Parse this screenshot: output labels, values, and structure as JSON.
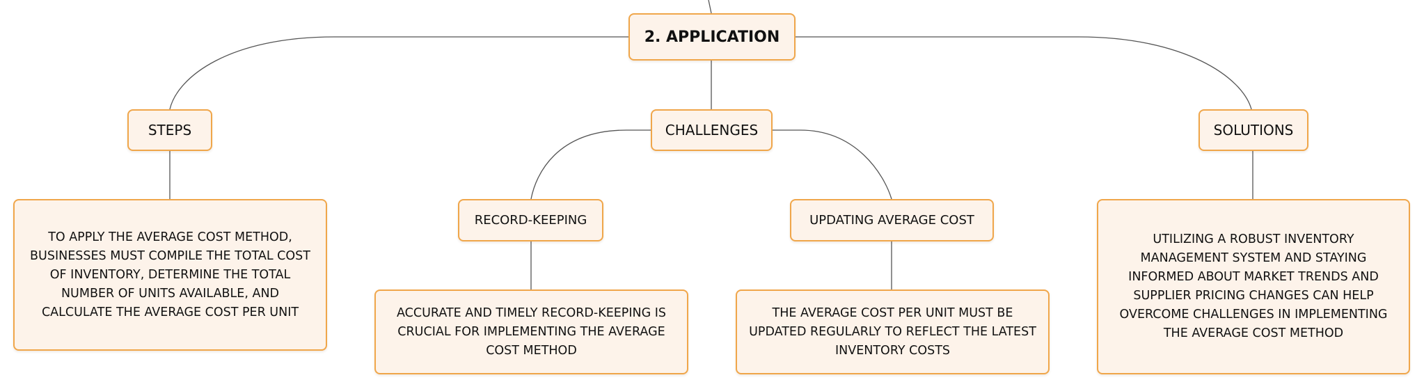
{
  "root": {
    "label": "2. APPLICATION"
  },
  "branches": {
    "steps": {
      "label": "STEPS",
      "detail": "TO APPLY THE AVERAGE COST METHOD, BUSINESSES MUST COMPILE THE TOTAL COST OF INVENTORY, DETERMINE THE TOTAL NUMBER OF UNITS AVAILABLE, AND CALCULATE THE AVERAGE COST PER UNIT"
    },
    "challenges": {
      "label": "CHALLENGES",
      "children": {
        "record_keeping": {
          "label": "RECORD-KEEPING",
          "detail": "ACCURATE AND TIMELY RECORD-KEEPING IS CRUCIAL FOR IMPLEMENTING THE AVERAGE COST METHOD"
        },
        "updating": {
          "label": "UPDATING AVERAGE COST",
          "detail": "THE AVERAGE COST PER UNIT MUST BE UPDATED REGULARLY TO REFLECT THE LATEST INVENTORY COSTS"
        }
      }
    },
    "solutions": {
      "label": "SOLUTIONS",
      "detail": "UTILIZING A ROBUST INVENTORY MANAGEMENT SYSTEM AND STAYING INFORMED ABOUT MARKET TRENDS AND SUPPLIER PRICING CHANGES CAN HELP OVERCOME CHALLENGES IN IMPLEMENTING THE AVERAGE COST METHOD"
    }
  },
  "colors": {
    "node_fill": "#fdf3ea",
    "node_border": "#f0a64a",
    "connector": "#555555"
  }
}
